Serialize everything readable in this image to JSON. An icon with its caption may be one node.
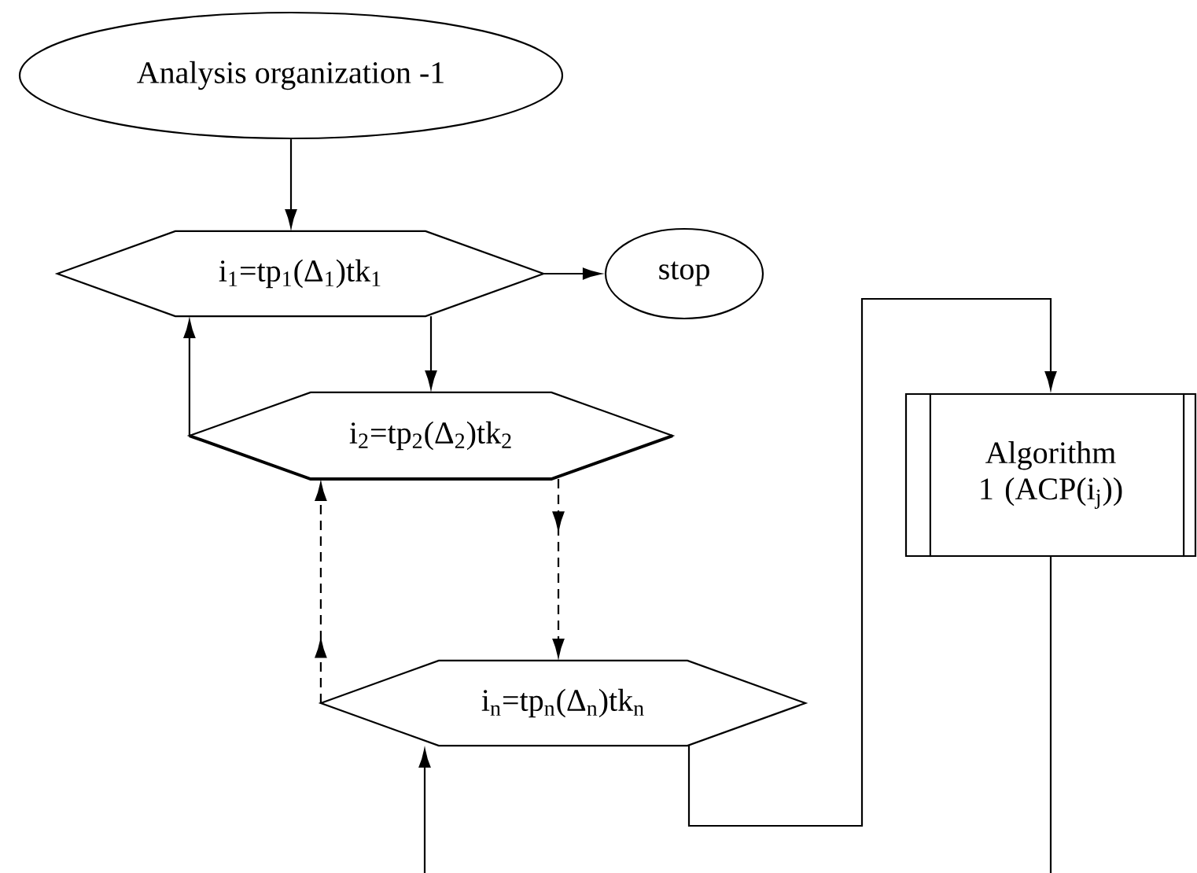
{
  "diagram": {
    "nodes": [
      {
        "text": [
          "Analysis organization -1"
        ]
      },
      {
        "text": [
          "i$_{1}$=tp$_{1}$(Δ$_{1}$)tk$_{1}$"
        ]
      },
      {
        "text": [
          "stop"
        ]
      },
      {
        "text": [
          "i$_{2}$=tp$_{2}$(Δ$_{2}$)tk$_{2}$"
        ]
      },
      {
        "text": [
          "i$_{n}$=tp$_{n}$(Δ$_{n}$)tk$_{n}$"
        ]
      },
      {
        "text": [
          "Algorithm 1 (ACP(i$_{j}$))"
        ]
      }
    ],
    "edges": [
      {
        "from": 0,
        "to": 1,
        "arrow": "to"
      },
      {
        "from": 1,
        "to": 2,
        "arrow": "to"
      },
      {
        "from": 1,
        "to": 3,
        "arrow": "to"
      },
      {
        "from": 3,
        "to": 1,
        "arrow": "to"
      },
      {
        "from": 3,
        "to": 4,
        "arrow": "to",
        "style": "dashed"
      },
      {
        "from": 4,
        "to": 3,
        "arrow": "to",
        "style": "dashed"
      },
      {
        "from": 4,
        "to": 5,
        "arrow": "to"
      },
      {
        "from": null,
        "to": 4,
        "arrow": "to"
      },
      {
        "from": 5,
        "to": null,
        "arrow": "none"
      }
    ]
  }
}
